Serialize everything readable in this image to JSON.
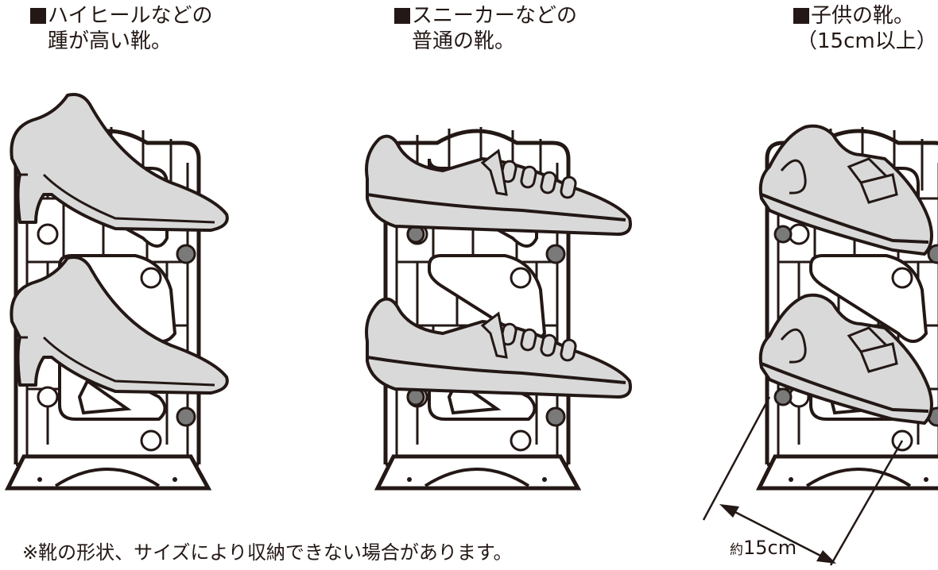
{
  "panels": [
    {
      "line1": "ハイヒールなどの",
      "line2": "踵が高い靴。"
    },
    {
      "line1": "スニーカーなどの",
      "line2": "普通の靴。"
    },
    {
      "line1": "子供の靴。",
      "line2": "（15cm以上）"
    }
  ],
  "footnote": "※靴の形状、サイズにより収納できない場合があります。",
  "measure": {
    "prefix": "約",
    "value": "15cm"
  },
  "colors": {
    "ink": "#231815",
    "shoe": "#d9d9d9",
    "peg": "#7a7a7a"
  }
}
